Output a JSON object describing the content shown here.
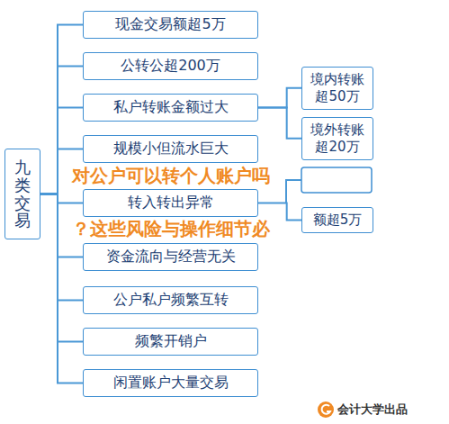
{
  "diagram": {
    "nodes": [
      {
        "text": [
          "九类交易"
        ]
      },
      {
        "text": [
          "现金交易额超5万"
        ]
      },
      {
        "text": [
          "公转公超200万"
        ]
      },
      {
        "text": [
          "私户转账金额过大"
        ]
      },
      {
        "text": [
          "境内转账超50万"
        ]
      },
      {
        "text": [
          "境外转账超20万"
        ]
      },
      {
        "text": [
          "规模小但流水巨大"
        ]
      },
      {
        "text": [
          "转入转出异常"
        ]
      },
      {
        "text": [
          "额超5万"
        ]
      },
      {
        "text": [
          "资金流向与经营无关"
        ]
      },
      {
        "text": [
          "公户私户频繁互转"
        ]
      },
      {
        "text": [
          "频繁开销户"
        ]
      },
      {
        "text": [
          "闲置账户大量交易"
        ]
      }
    ],
    "edges": [
      {
        "from": 0,
        "to": 1,
        "arrow": "none"
      },
      {
        "from": 0,
        "to": 2,
        "arrow": "none"
      },
      {
        "from": 0,
        "to": 3,
        "arrow": "none"
      },
      {
        "from": 0,
        "to": 6,
        "arrow": "none"
      },
      {
        "from": 0,
        "to": 7,
        "arrow": "none"
      },
      {
        "from": 0,
        "to": 9,
        "arrow": "none"
      },
      {
        "from": 0,
        "to": 10,
        "arrow": "none"
      },
      {
        "from": 0,
        "to": 11,
        "arrow": "none"
      },
      {
        "from": 0,
        "to": 12,
        "arrow": "none"
      },
      {
        "from": 3,
        "to": 4,
        "arrow": "none"
      },
      {
        "from": 3,
        "to": 5,
        "arrow": "none"
      },
      {
        "from": 7,
        "to": 8,
        "arrow": "none"
      }
    ],
    "labels": [
      "对公户可以转个人账户吗",
      "？这些风险与操作细节必",
      "会计大学出品"
    ]
  }
}
